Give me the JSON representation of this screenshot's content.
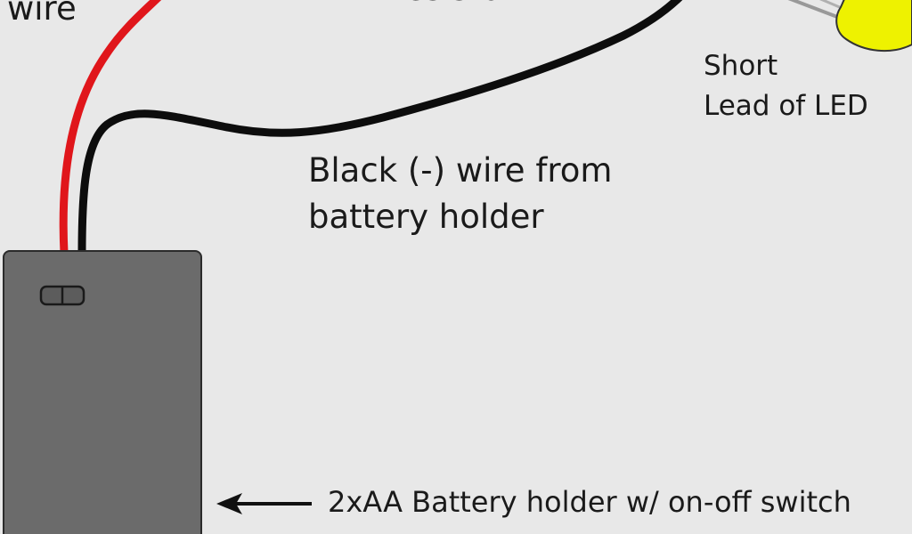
{
  "labels": {
    "wire_partial": "wire",
    "top_partial": "Resistor",
    "led_short_line1": "Short",
    "led_short_line2": "Lead of LED",
    "black_wire_line1": "Black (-) wire from",
    "black_wire_line2": "battery holder",
    "battery_holder": "2xAA Battery holder w/ on-off switch"
  },
  "colors": {
    "background": "#e8e8e8",
    "red_wire": "#e0161b",
    "black_wire": "#0d0d0d",
    "battery_body": "#6b6b6b",
    "led_yellow": "#eef200",
    "text": "#1a1a1a"
  },
  "icons": {
    "arrow": "left-arrow-icon",
    "switch": "on-off-switch-icon",
    "led": "led-icon"
  }
}
